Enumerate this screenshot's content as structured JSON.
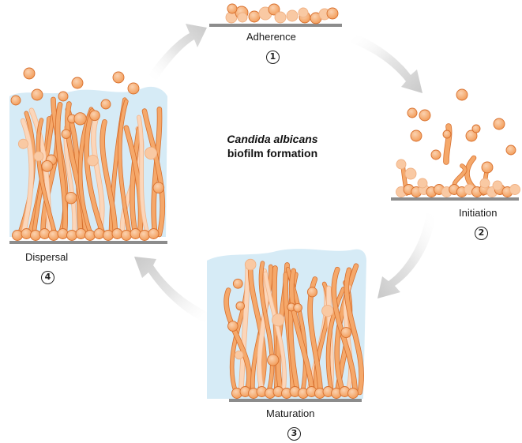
{
  "title": {
    "line1": "Candida albicans",
    "line2": "biofilm formation"
  },
  "stages": [
    {
      "label": "Adherence",
      "number": "1"
    },
    {
      "label": "Initiation",
      "number": "2"
    },
    {
      "label": "Maturation",
      "number": "3"
    },
    {
      "label": "Dispersal",
      "number": "4"
    }
  ],
  "colors": {
    "cell_fill": "#f5a86a",
    "cell_light": "#f9c9a3",
    "cell_stroke": "#d8702e",
    "matrix": "#cfe8f5",
    "substrate": "#8c8c8c",
    "arrow": "#d6d6d6"
  }
}
